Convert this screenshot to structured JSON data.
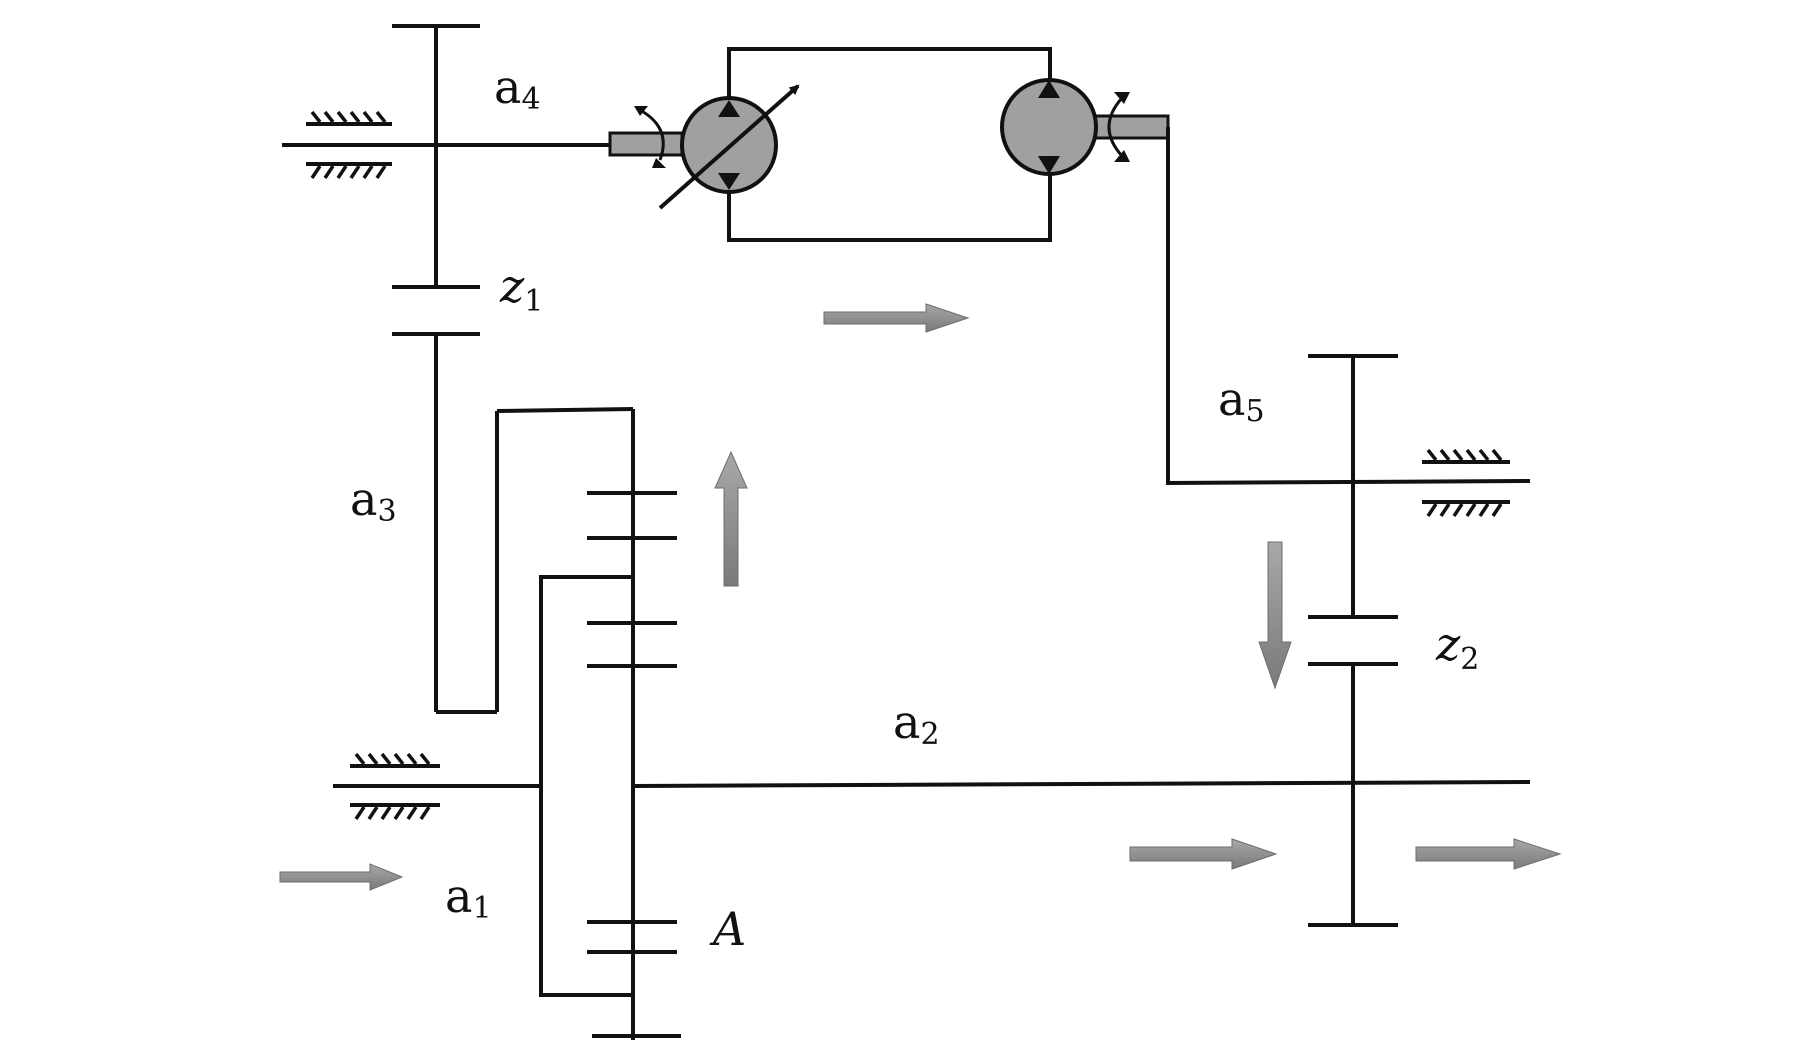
{
  "labels": {
    "a1": {
      "main": "a",
      "sub": "1"
    },
    "a2": {
      "main": "a",
      "sub": "2"
    },
    "a3": {
      "main": "a",
      "sub": "3"
    },
    "a4": {
      "main": "a",
      "sub": "4"
    },
    "a5": {
      "main": "a",
      "sub": "5"
    },
    "z1": {
      "main": "z",
      "sub": "1"
    },
    "z2": {
      "main": "z",
      "sub": "2"
    },
    "A": "A"
  },
  "colors": {
    "line": "#111111",
    "pump_fill": "#a0a0a0",
    "flow_arrow": "#8c8c8c",
    "background": "#ffffff"
  },
  "icons": {
    "pump": "variable-displacement-pump-icon",
    "motor": "hydraulic-motor-icon",
    "bearing": "bearing-support-icon",
    "flow": "flow-arrow-icon"
  }
}
